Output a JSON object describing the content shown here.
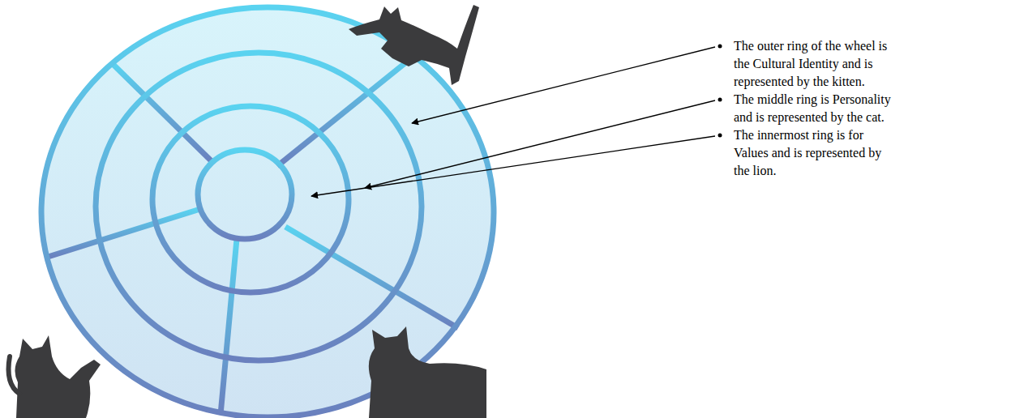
{
  "diagram": {
    "labels": [
      "The outer ring of the wheel is the Cultural Identity and is represented by the kitten.",
      "The middle ring is Personality and is represented by the cat.",
      "The innermost ring is for Values and is represented by the lion."
    ]
  }
}
